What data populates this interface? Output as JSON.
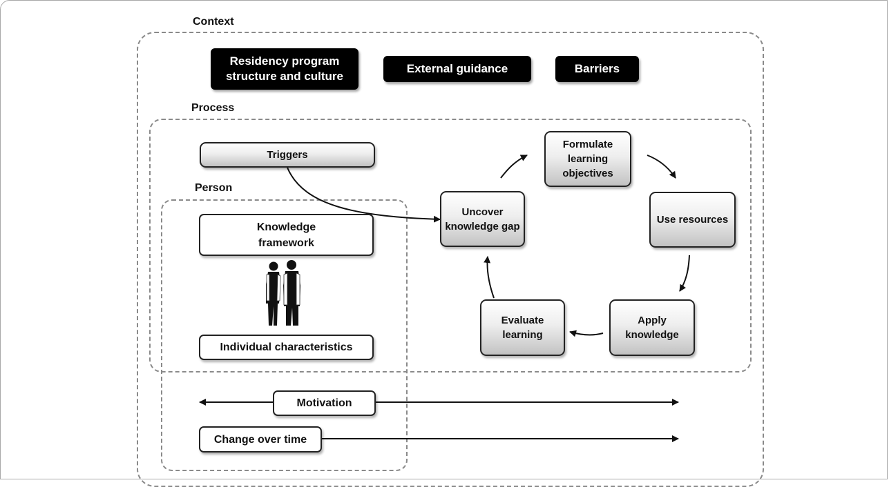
{
  "labels": {
    "context": "Context",
    "process": "Process",
    "person": "Person"
  },
  "context_boxes": {
    "residency": "Residency program structure and culture",
    "external": "External guidance",
    "barriers": "Barriers"
  },
  "process": {
    "triggers": "Triggers",
    "uncover": "Uncover knowledge gap",
    "formulate": "Formulate learning objectives",
    "use_resources": "Use resources",
    "apply": "Apply knowledge",
    "evaluate": "Evaluate learning"
  },
  "person": {
    "knowledge_framework": "Knowledge framework",
    "individual_characteristics": "Individual characteristics",
    "figure_icon": "two-doctors-silhouette-icon"
  },
  "bottom": {
    "motivation": "Motivation",
    "change_over_time": "Change over time"
  },
  "colors": {
    "dash": "#8a8a8a",
    "black_box": "#000000",
    "gradient_bottom": "#c2c2c2"
  }
}
